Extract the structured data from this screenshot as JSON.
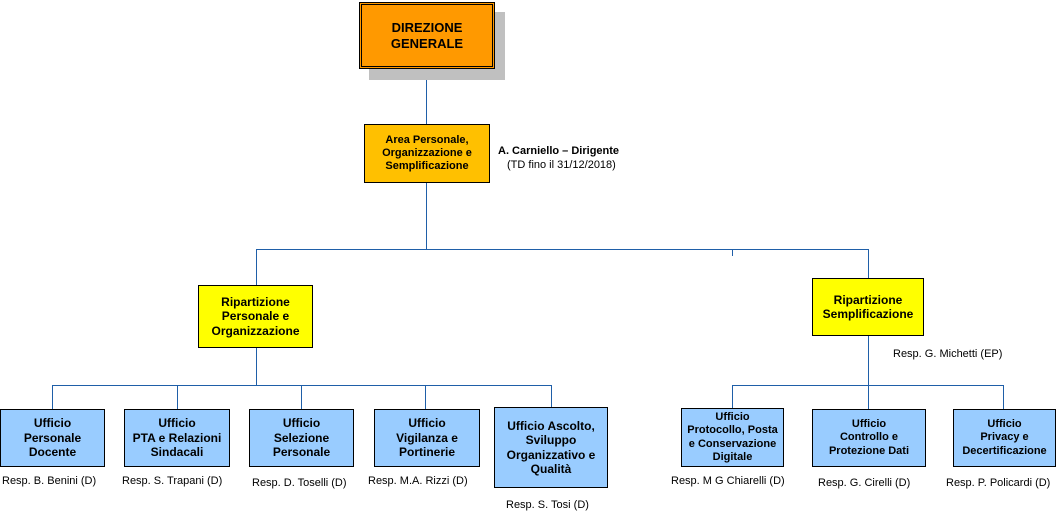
{
  "colors": {
    "top": "#FF9900",
    "area": "#FFC000",
    "ripartizione": "#FFFF00",
    "ufficio": "#99CCFF",
    "connector": "#1F5FA8"
  },
  "direzione": {
    "title": "DIREZIONE\nGENERALE"
  },
  "area": {
    "title": "Area Personale,\nOrganizzazione e\nSemplificazione",
    "manager": "A. Carniello – Dirigente",
    "manager_note": "(TD fino il 31/12/2018)"
  },
  "ripartizioni": [
    {
      "title": "Ripartizione\nPersonale e\nOrganizzazione",
      "uffici": [
        {
          "title": "Ufficio\nPersonale\nDocente",
          "resp": "Resp. B. Benini (D)"
        },
        {
          "title": "Ufficio\nPTA e Relazioni\nSindacali",
          "resp": "Resp. S. Trapani (D)"
        },
        {
          "title": "Ufficio\nSelezione\nPersonale",
          "resp": "Resp. D. Toselli (D)"
        },
        {
          "title": "Ufficio\nVigilanza e\nPortinerie",
          "resp": "Resp. M.A. Rizzi (D)"
        },
        {
          "title": "Ufficio Ascolto,\nSviluppo\nOrganizzativo e\nQualità",
          "resp": "Resp. S. Tosi (D)"
        }
      ]
    },
    {
      "title": "Ripartizione\nSemplificazione",
      "resp": "Resp. G. Michetti (EP)",
      "uffici": [
        {
          "title": "Ufficio\nProtocollo, Posta\ne Conservazione\nDigitale",
          "resp": "Resp. M G Chiarelli (D)"
        },
        {
          "title": "Ufficio\nControllo e\nProtezione Dati",
          "resp": "Resp. G. Cirelli (D)"
        },
        {
          "title": "Ufficio\nPrivacy e\nDecertificazione",
          "resp": "Resp. P. Policardi (D)"
        }
      ]
    }
  ]
}
